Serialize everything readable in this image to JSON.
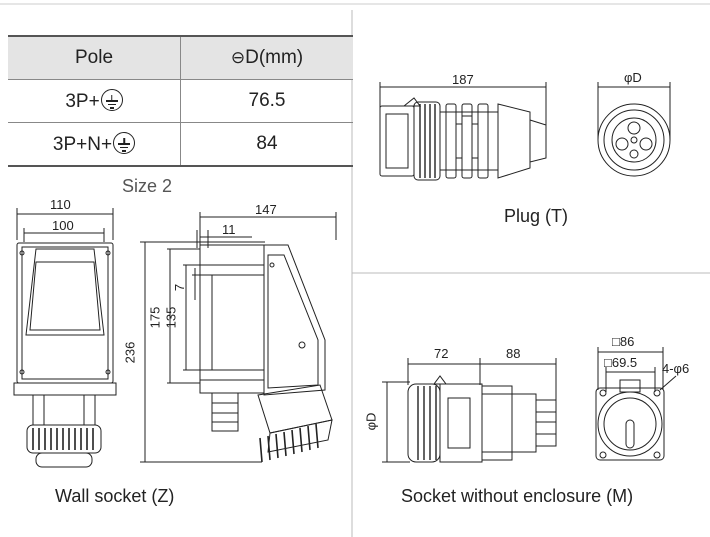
{
  "table": {
    "headers": [
      "Pole",
      "D(mm)"
    ],
    "header_icon": "phase-symbol-icon",
    "rows": [
      {
        "pole": "3P+",
        "ground_icon": "ground-symbol-icon",
        "d": "76.5"
      },
      {
        "pole": "3P+N+",
        "ground_icon": "ground-symbol-icon",
        "d": "84"
      }
    ]
  },
  "size_label": "Size 2",
  "wall_socket": {
    "caption": "Wall socket (Z)",
    "dims": {
      "w110": "110",
      "w100": "100",
      "w147": "147",
      "w11": "11",
      "h7": "7",
      "h175": "175",
      "h135": "135",
      "h236": "236"
    }
  },
  "plug": {
    "caption": "Plug (T)",
    "dims": {
      "length": "187",
      "diameter": "φD"
    }
  },
  "socket_no_enclosure": {
    "caption": "Socket without enclosure (M)",
    "dims": {
      "w72": "72",
      "w88": "88",
      "diameter": "φD",
      "sq86": "□86",
      "sq695": "□69.5",
      "holes": "4-φ6"
    }
  }
}
